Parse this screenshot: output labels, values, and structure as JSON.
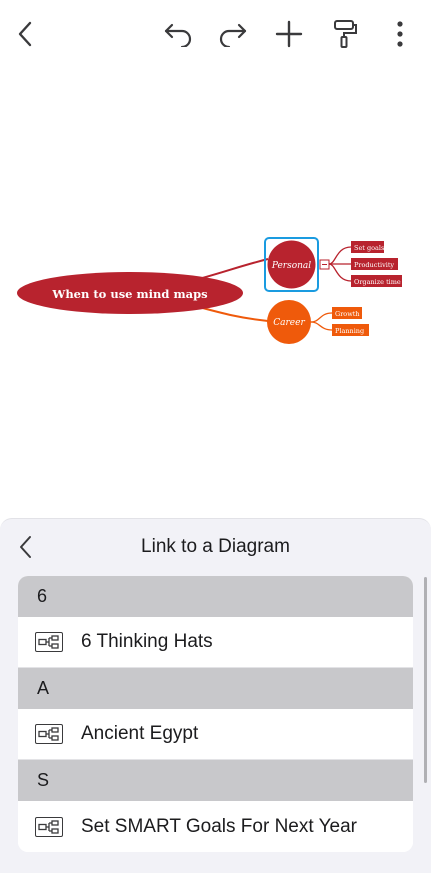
{
  "toolbar": {
    "back_icon": "chevron-left-icon",
    "undo_icon": "undo-icon",
    "redo_icon": "redo-icon",
    "add_icon": "plus-icon",
    "format_icon": "paint-roller-icon",
    "more_icon": "more-vertical-icon"
  },
  "mindmap": {
    "central": "When to use mind maps",
    "branches": [
      {
        "label": "Personal",
        "color": "#b8232e",
        "children": [
          "Set goals",
          "Productivity",
          "Organize time"
        ]
      },
      {
        "label": "Career",
        "color": "#ef5a0b",
        "children": [
          "Growth",
          "Planning"
        ]
      }
    ],
    "selection_color": "#1a9be0"
  },
  "sheet": {
    "title": "Link to a Diagram",
    "sections": [
      {
        "header": "6",
        "items": [
          {
            "label": "6 Thinking Hats"
          }
        ]
      },
      {
        "header": "A",
        "items": [
          {
            "label": "Ancient Egypt"
          }
        ]
      },
      {
        "header": "S",
        "items": [
          {
            "label": "Set SMART Goals For Next Year"
          }
        ]
      }
    ]
  }
}
